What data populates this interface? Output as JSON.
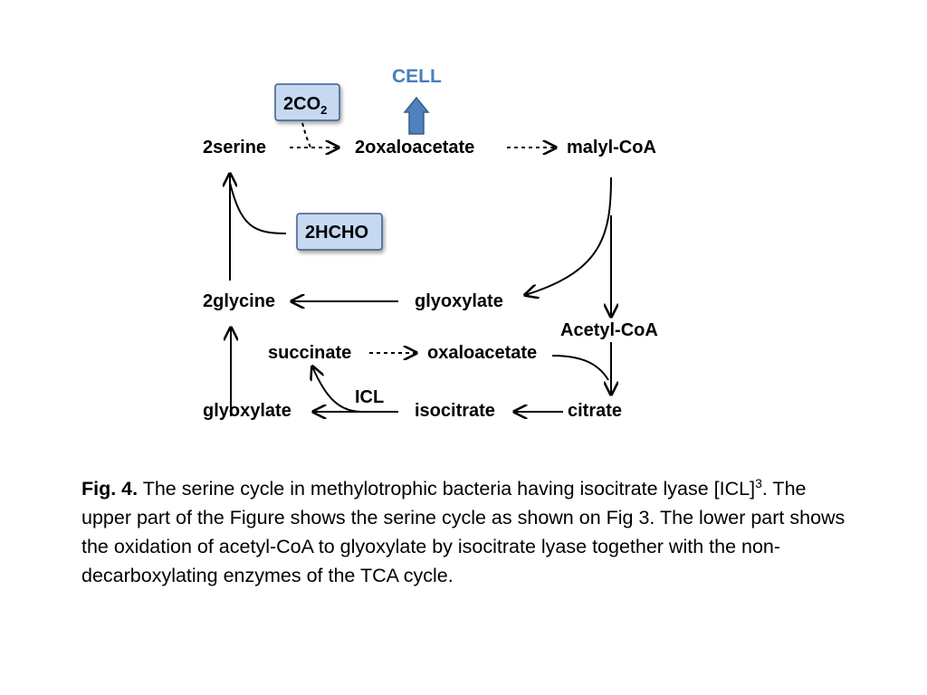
{
  "diagram": {
    "cell": "CELL",
    "co2_box": {
      "base": "2CO",
      "sub": "2"
    },
    "hcho_box": "2HCHO",
    "nodes": {
      "serine": "2serine",
      "oxaloacetate_top": "2oxaloacetate",
      "malyl_coa": "malyl-CoA",
      "glycine": "2glycine",
      "glyoxylate_mid": "glyoxylate",
      "acetyl_coa": "Acetyl-CoA",
      "succinate": "succinate",
      "oxaloacetate_low": "oxaloacetate",
      "icl": "ICL",
      "glyoxylate_low": "glyoxylate",
      "isocitrate": "isocitrate",
      "citrate": "citrate"
    },
    "colors": {
      "cell_arrow": "#4f81bd",
      "box_fill": "#c6d9f1",
      "box_border": "#385d8a",
      "cell_text": "#4a7ebb"
    }
  },
  "caption": {
    "fig": "Fig. 4.",
    "text1": " The serine cycle in methylotrophic bacteria having isocitrate lyase [ICL]",
    "sup": "3",
    "text2": ". The upper part of the Figure shows the serine cycle as shown on Fig 3. The lower part shows the oxidation of acetyl-CoA to glyoxylate by isocitrate lyase together with the non-decarboxylating enzymes of the TCA cycle."
  }
}
